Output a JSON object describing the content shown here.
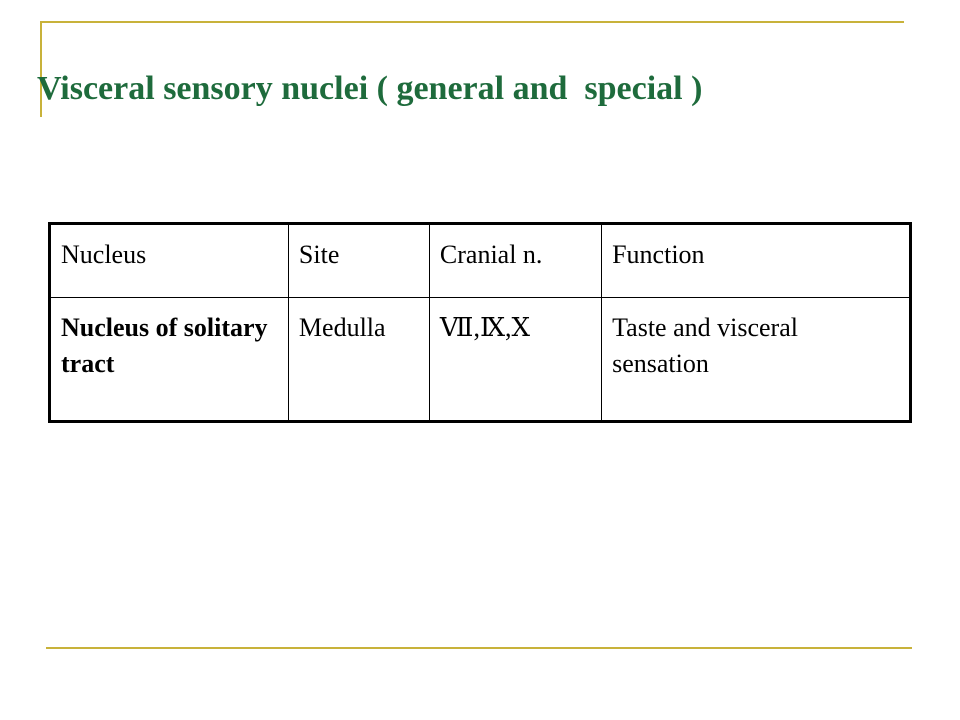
{
  "slide": {
    "title": "Visceral sensory nuclei ( general and  special )"
  },
  "table": {
    "headers": [
      "Nucleus",
      "Site",
      "Cranial n.",
      "Function"
    ],
    "rows": [
      {
        "nucleus": "Nucleus of solitary tract",
        "site": "Medulla",
        "cranial_nerves": "Ⅶ,Ⅸ,Ⅹ",
        "function": "Taste and visceral sensation"
      }
    ]
  },
  "colors": {
    "title": "#1e6b3c",
    "decoration": "#c8b23a"
  }
}
